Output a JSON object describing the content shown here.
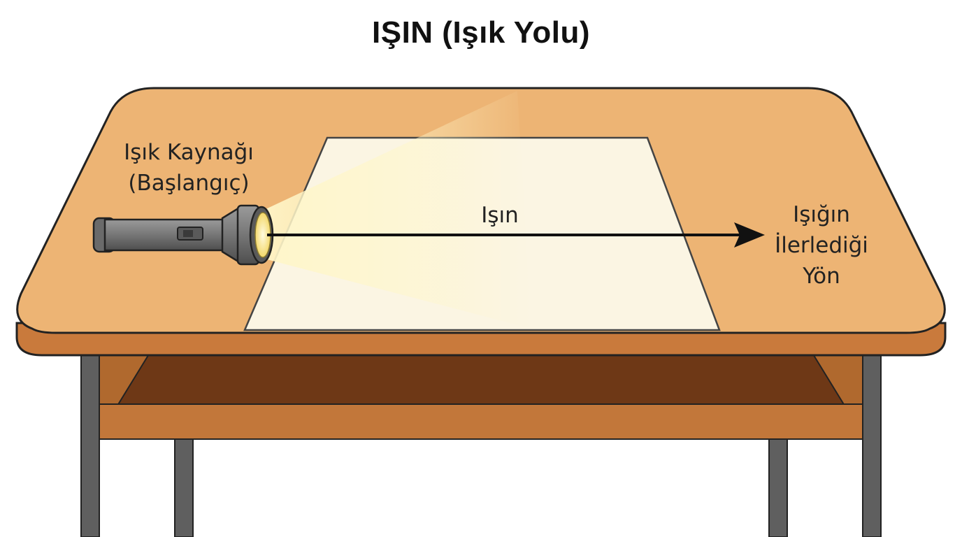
{
  "title": "IŞIN (Işık Yolu)",
  "labels": {
    "source_line1": "Işık Kaynağı",
    "source_line2": "(Başlangıç)",
    "ray": "Işın",
    "direction_line1": "Işığın",
    "direction_line2": "İlerlediği",
    "direction_line3": "Yön"
  },
  "colors": {
    "desk_top": "#EDB474",
    "desk_edge": "#C97A3C",
    "desk_inner": "#6E3816",
    "desk_rail": "#C2773A",
    "legs": "#5F5F5F",
    "paper": "#FBF5E3",
    "beam": "#FFF2B8",
    "flashlight": "#767676",
    "arrow": "#111111"
  },
  "icons": [
    "flashlight-icon",
    "arrow-icon"
  ]
}
